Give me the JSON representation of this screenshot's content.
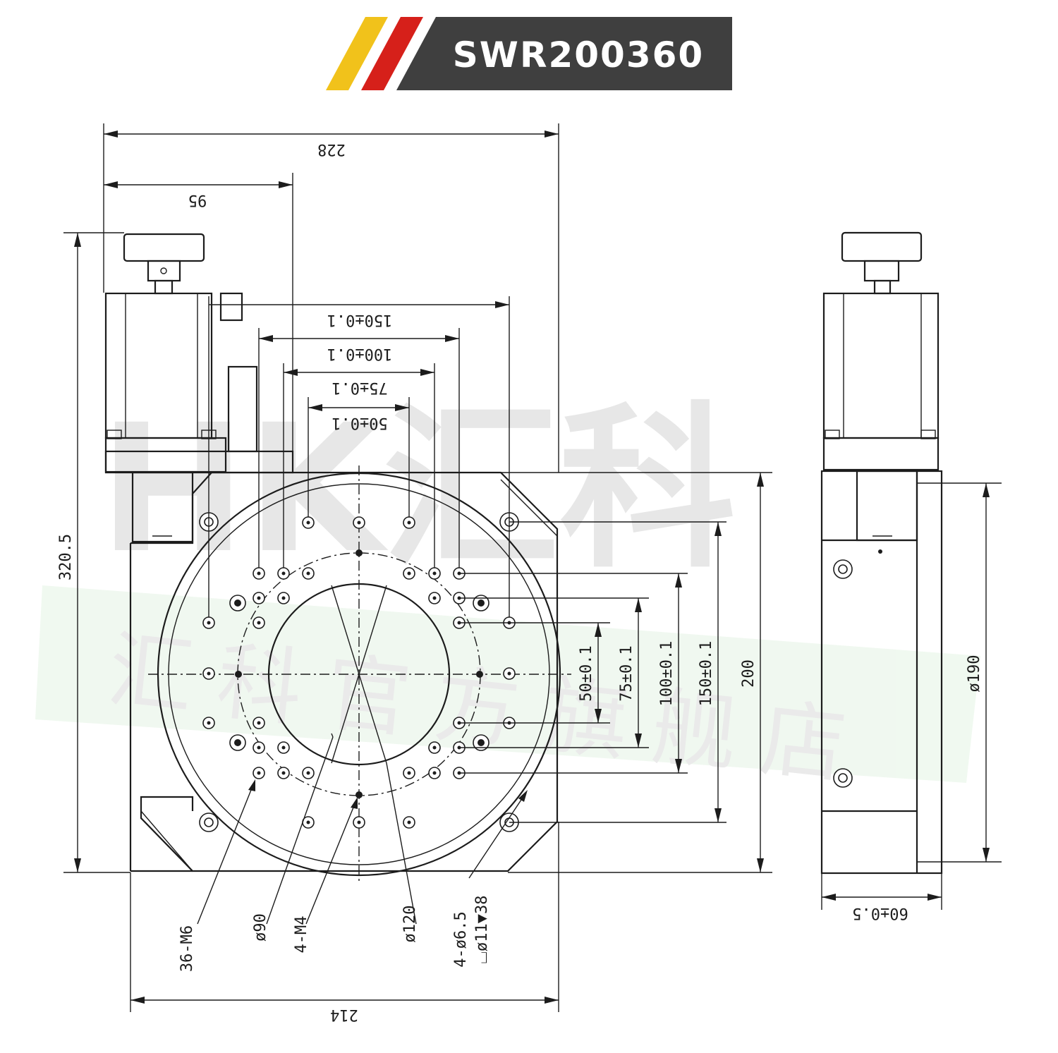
{
  "header": {
    "title": "SWR200360",
    "colors": {
      "bar": "#3f3f3f",
      "yellow": "#f1c21b",
      "red": "#d6201a"
    }
  },
  "watermark": {
    "logo": "HK汇科",
    "text": "汇科官方旗舰店"
  },
  "dimensions": {
    "width_228": "228",
    "offset_95": "95",
    "height_320_5": "320.5",
    "spacing_150": "150±0.1",
    "spacing_100": "100±0.1",
    "spacing_75": "75±0.1",
    "spacing_50": "50±0.1",
    "v_50": "50±0.1",
    "v_75": "75±0.1",
    "v_100": "100±0.1",
    "v_150": "150±0.1",
    "height_200": "200",
    "bottom_214": "214",
    "side_dia_190": "ø190",
    "side_width_60": "60±0.5"
  },
  "callouts": {
    "holes_36_m6": "36-M6",
    "dia_90": "ø90",
    "holes_4_m4": "4-M4",
    "dia_120": "ø120",
    "cbore_line1": "4-ø6.5",
    "cbore_line2": "⌴ø11▼38"
  }
}
